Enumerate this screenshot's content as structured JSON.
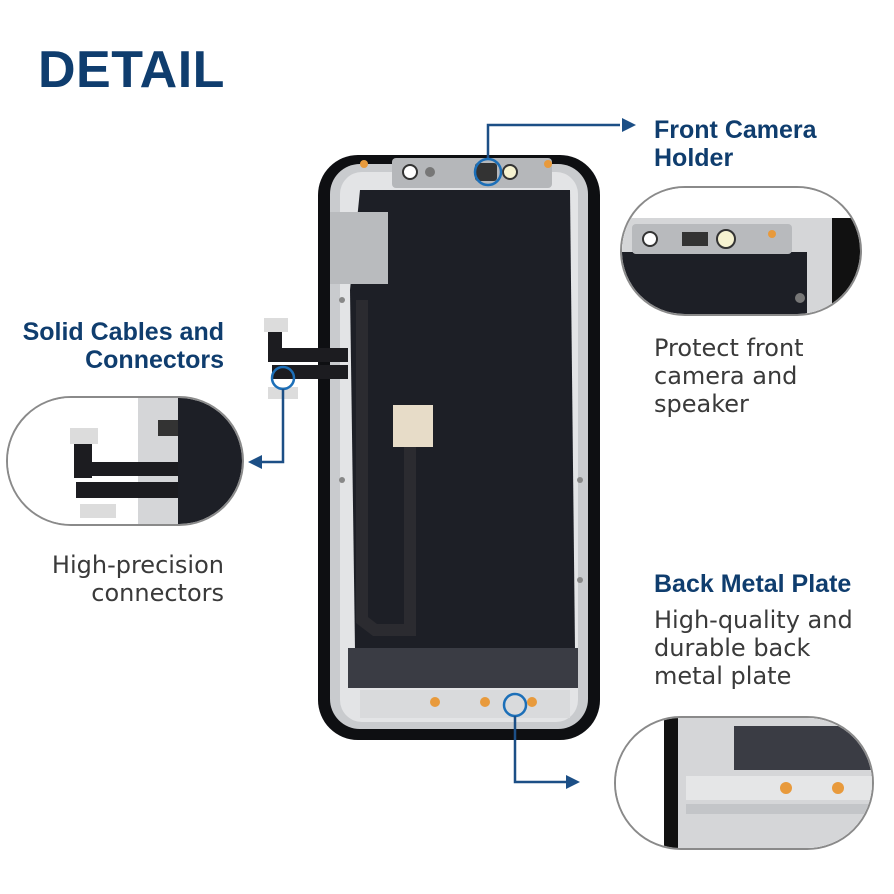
{
  "title": "DETAIL",
  "callouts": {
    "front_camera": {
      "heading_line1": "Front Camera",
      "heading_line2": "Holder",
      "desc_line1": "Protect front",
      "desc_line2": "camera and",
      "desc_line3": "speaker"
    },
    "cables": {
      "heading_line1": "Solid Cables and",
      "heading_line2": "Connectors",
      "desc_line1": "High-precision",
      "desc_line2": "connectors"
    },
    "metal_plate": {
      "heading": "Back Metal Plate",
      "desc_line1": "High-quality and",
      "desc_line2": "durable back",
      "desc_line3": "metal plate"
    }
  },
  "colors": {
    "accent": "#0f3d6e",
    "callout_line": "#1c4f86",
    "panel": "#1d1f26",
    "frame": "#c9cbce"
  }
}
